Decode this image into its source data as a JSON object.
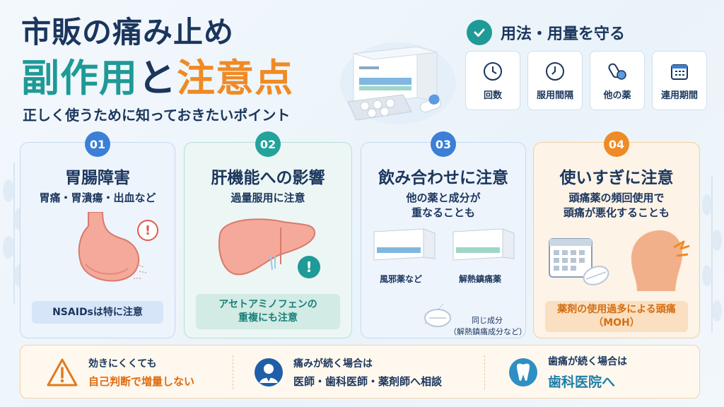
{
  "header": {
    "title_line1": "市販の痛み止め",
    "title_part1": "副作用",
    "title_part2": "と",
    "title_part3": "注意点",
    "subtitle": "正しく使うために知っておきたいポイント"
  },
  "usage": {
    "title": "用法・用量を守る",
    "items": [
      {
        "label": "回数",
        "icon": "clock-icon"
      },
      {
        "label": "服用間隔",
        "icon": "clock-icon"
      },
      {
        "label": "他の薬",
        "icon": "pills-icon"
      },
      {
        "label": "連用期間",
        "icon": "calendar-icon"
      }
    ]
  },
  "panels": [
    {
      "number": "01",
      "title": "胃腸障害",
      "subtitle": "胃痛・胃潰瘍・出血など",
      "note": "NSAIDsは特に注意"
    },
    {
      "number": "02",
      "title": "肝機能への影響",
      "subtitle": "過量服用に注意",
      "note_line1": "アセトアミノフェンの",
      "note_line2": "重複にも注意"
    },
    {
      "number": "03",
      "title": "飲み合わせに注意",
      "subtitle_line1": "他の薬と成分が",
      "subtitle_line2": "重なることも",
      "label_left": "風邪薬など",
      "label_right": "解熱鎮痛薬",
      "note_line1": "同じ成分",
      "note_line2": "（解熱鎮痛成分など）"
    },
    {
      "number": "04",
      "title": "使いすぎに注意",
      "subtitle_line1": "頭痛薬の頻回使用で",
      "subtitle_line2": "頭痛が悪化することも",
      "note_line1": "薬剤の使用過多による頭痛",
      "note_line2": "（MOH）"
    }
  ],
  "bottom": [
    {
      "line1": "効きにくくても",
      "line2": "自己判断で増量しない"
    },
    {
      "line1": "痛みが続く場合は",
      "line2": "医師・歯科医師・薬剤師へ相談"
    },
    {
      "line1": "歯痛が続く場合は",
      "line2": "歯科医院へ"
    }
  ],
  "colors": {
    "navy": "#1b365d",
    "teal": "#1f9a96",
    "orange": "#f08a24",
    "blue": "#3b7fd6"
  }
}
